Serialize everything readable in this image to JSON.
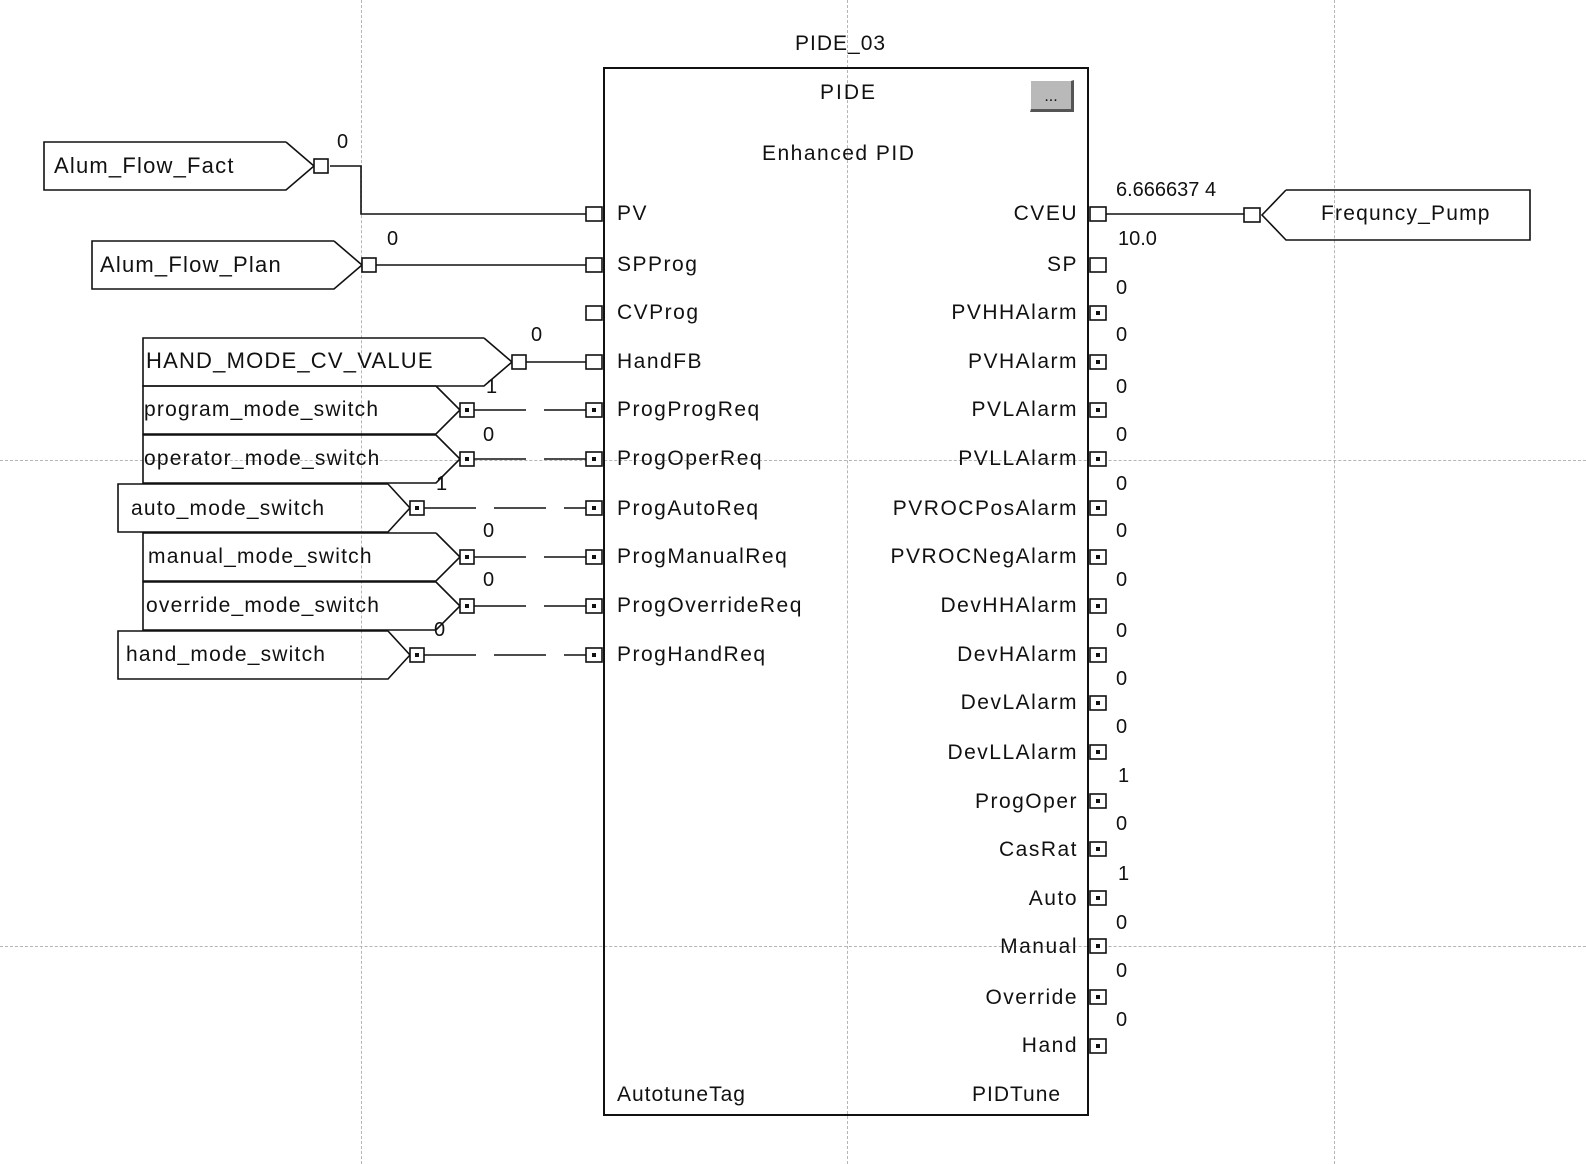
{
  "block": {
    "tag_name": "PIDE_03",
    "type": "PIDE",
    "description": "Enhanced PID",
    "more_button_label": "...",
    "autotune_label": "AutotuneTag",
    "pidtune_label": "PIDTune"
  },
  "inputs": [
    {
      "pin": "PV",
      "connected": true
    },
    {
      "pin": "SPProg",
      "connected": true
    },
    {
      "pin": "CVProg",
      "connected": false
    },
    {
      "pin": "HandFB",
      "connected": true
    },
    {
      "pin": "ProgProgReq",
      "connected": true
    },
    {
      "pin": "ProgOperReq",
      "connected": true
    },
    {
      "pin": "ProgAutoReq",
      "connected": true
    },
    {
      "pin": "ProgManualReq",
      "connected": true
    },
    {
      "pin": "ProgOverrideReq",
      "connected": true
    },
    {
      "pin": "ProgHandReq",
      "connected": true
    }
  ],
  "input_tags": [
    {
      "tag": "Alum_Flow_Fact",
      "value": "0"
    },
    {
      "tag": "Alum_Flow_Plan",
      "value": "0"
    },
    {
      "tag": "HAND_MODE_CV_VALUE",
      "value": "0"
    },
    {
      "tag": "program_mode_switch",
      "value": "1"
    },
    {
      "tag": "operator_mode_switch",
      "value": "0"
    },
    {
      "tag": "auto_mode_switch",
      "value": "1"
    },
    {
      "tag": "manual_mode_switch",
      "value": "0"
    },
    {
      "tag": "override_mode_switch",
      "value": "0"
    },
    {
      "tag": "hand_mode_switch",
      "value": "0"
    }
  ],
  "outputs": [
    {
      "pin": "CVEU",
      "value": "6.666637 4"
    },
    {
      "pin": "SP",
      "value": "10.0"
    },
    {
      "pin": "PVHHAlarm",
      "value": "0"
    },
    {
      "pin": "PVHAlarm",
      "value": "0"
    },
    {
      "pin": "PVLAlarm",
      "value": "0"
    },
    {
      "pin": "PVLLAlarm",
      "value": "0"
    },
    {
      "pin": "PVROCPosAlarm",
      "value": "0"
    },
    {
      "pin": "PVROCNegAlarm",
      "value": "0"
    },
    {
      "pin": "DevHHAlarm",
      "value": "0"
    },
    {
      "pin": "DevHAlarm",
      "value": "0"
    },
    {
      "pin": "DevLAlarm",
      "value": "0"
    },
    {
      "pin": "DevLLAlarm",
      "value": "0"
    },
    {
      "pin": "ProgOper",
      "value": "1"
    },
    {
      "pin": "CasRat",
      "value": "0"
    },
    {
      "pin": "Auto",
      "value": "1"
    },
    {
      "pin": "Manual",
      "value": "0"
    },
    {
      "pin": "Override",
      "value": "0"
    },
    {
      "pin": "Hand",
      "value": "0"
    }
  ],
  "output_tag": {
    "tag": "Frequncy_Pump"
  },
  "colors": {
    "line": "#111111",
    "grid": "#b5b5b5",
    "button": "#b9b9b9"
  }
}
